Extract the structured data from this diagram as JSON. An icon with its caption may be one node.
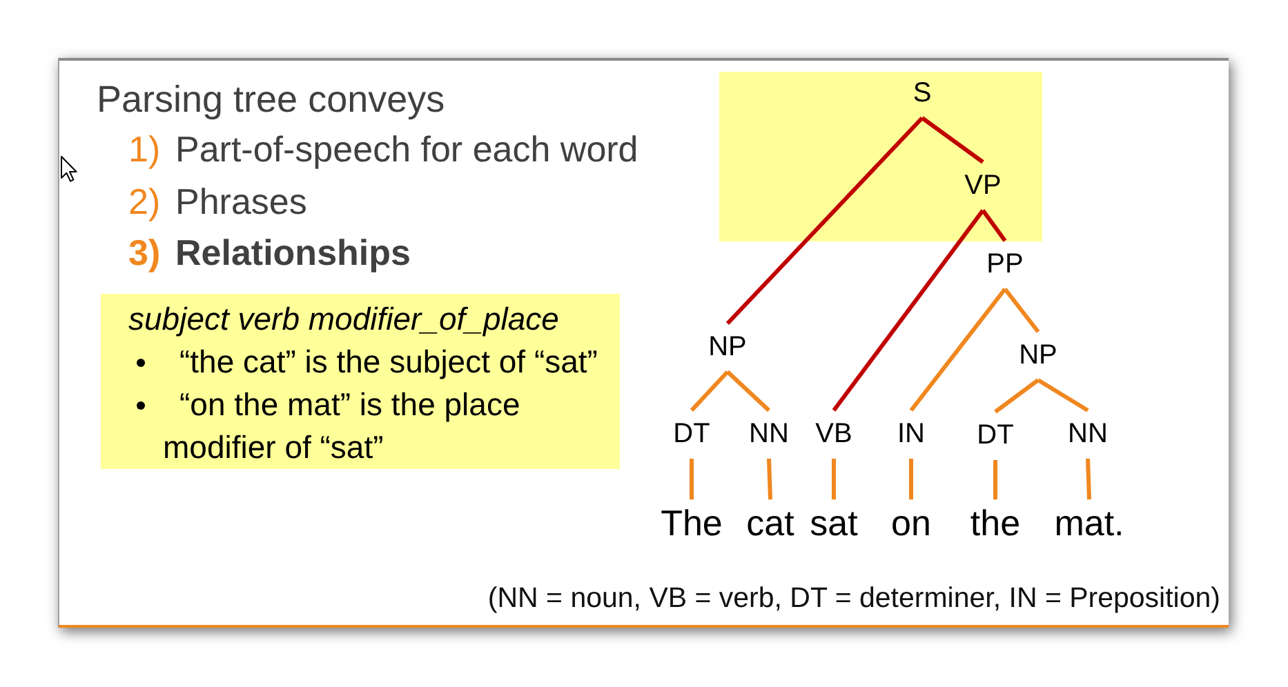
{
  "diagram": {
    "title": "Parsing tree conveys",
    "nodes": [
      {
        "text": [
          "subject verb modifier_of_place",
          "“the cat” is the subject of “sat”",
          "“on the mat” is the place modifier of “sat”"
        ]
      },
      {
        "text": [],
        "shape": "box"
      },
      {
        "text": [
          "S"
        ],
        "in": 1
      },
      {
        "text": [
          "VP"
        ],
        "in": 1
      },
      {
        "text": [
          "PP"
        ]
      },
      {
        "text": [
          "NP"
        ]
      },
      {
        "text": [
          "NP"
        ]
      },
      {
        "text": [
          "DT"
        ]
      },
      {
        "text": [
          "NN"
        ]
      },
      {
        "text": [
          "VB"
        ]
      },
      {
        "text": [
          "IN"
        ]
      },
      {
        "text": [
          "DT"
        ]
      },
      {
        "text": [
          "NN"
        ]
      },
      {
        "text": [
          "The"
        ]
      },
      {
        "text": [
          "cat"
        ]
      },
      {
        "text": [
          "sat"
        ]
      },
      {
        "text": [
          "on"
        ]
      },
      {
        "text": [
          "the"
        ]
      },
      {
        "text": [
          "mat."
        ]
      }
    ],
    "edges": [
      {
        "from": 2,
        "to": 5,
        "arrow": "none",
        "color": "#c00000"
      },
      {
        "from": 2,
        "to": 3,
        "arrow": "none",
        "color": "#c00000"
      },
      {
        "from": 3,
        "to": 9,
        "arrow": "none",
        "color": "#c00000"
      },
      {
        "from": 3,
        "to": 4,
        "arrow": "none",
        "color": "#c00000"
      },
      {
        "from": 4,
        "to": 10,
        "arrow": "none"
      },
      {
        "from": 4,
        "to": 6,
        "arrow": "none"
      },
      {
        "from": 5,
        "to": 7,
        "arrow": "none"
      },
      {
        "from": 5,
        "to": 8,
        "arrow": "none"
      },
      {
        "from": 6,
        "to": 11,
        "arrow": "none"
      },
      {
        "from": 6,
        "to": 12,
        "arrow": "none"
      },
      {
        "from": 7,
        "to": 13,
        "arrow": "none"
      },
      {
        "from": 8,
        "to": 14,
        "arrow": "none"
      },
      {
        "from": 9,
        "to": 15,
        "arrow": "none"
      },
      {
        "from": 10,
        "to": 16,
        "arrow": "none"
      },
      {
        "from": 11,
        "to": 17,
        "arrow": "none"
      },
      {
        "from": 12,
        "to": 18,
        "arrow": "none"
      }
    ],
    "labels": [
      "1)",
      "Part-of-speech for each word",
      "2)",
      "Phrases",
      "3)",
      "Relationships",
      "(NN = noun, VB = verb, DT = determiner, IN = Preposition)"
    ]
  }
}
